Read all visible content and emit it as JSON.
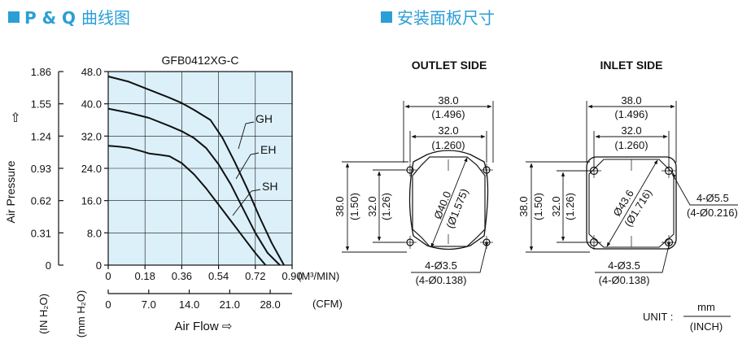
{
  "titles": {
    "pq_prefix": "P & Q ",
    "pq_suffix": "曲线图",
    "mounting": "安装面板尺寸"
  },
  "chart_data": {
    "type": "line",
    "title": "GFB0412XG-C",
    "xlim": [
      0,
      0.9
    ],
    "ylim": [
      0,
      48
    ],
    "x_ticks_m3": [
      "0",
      "0.18",
      "0.36",
      "0.54",
      "0.72",
      "0.90"
    ],
    "x_unit_m3": "(M³/MIN)",
    "x_ticks_cfm": [
      "0",
      "7.0",
      "14.0",
      "21.0",
      "28.0"
    ],
    "x_unit_cfm": "(CFM)",
    "y_ticks_inh2o": [
      "1.86",
      "1.55",
      "1.24",
      "0.93",
      "0.62",
      "0.31",
      "0"
    ],
    "y_ticks_mmh2o": [
      "48.0",
      "40.0",
      "32.0",
      "24.0",
      "16.0",
      "8.0",
      "0"
    ],
    "y_unit_inh2o": "(IN H₂O)",
    "y_unit_mmh2o": "(mm H₂O)",
    "xlabel": "Air Flow ⇨",
    "ylabel": "Air Pressure",
    "ylabel_arrow": "⇧",
    "grid": true,
    "series": [
      {
        "name": "GH",
        "x": [
          0,
          0.1,
          0.2,
          0.3,
          0.36,
          0.42,
          0.5,
          0.56,
          0.62,
          0.68,
          0.74,
          0.8,
          0.86
        ],
        "y": [
          46.8,
          45.5,
          43.5,
          41.5,
          40.2,
          38.5,
          36,
          31.5,
          25.5,
          19,
          12,
          5.5,
          0
        ]
      },
      {
        "name": "EH",
        "x": [
          0,
          0.1,
          0.2,
          0.3,
          0.36,
          0.42,
          0.48,
          0.54,
          0.6,
          0.66,
          0.72,
          0.78,
          0.84
        ],
        "y": [
          38.8,
          37.8,
          36.5,
          34.5,
          33.2,
          31.5,
          29,
          25,
          20,
          14,
          8,
          3,
          0
        ]
      },
      {
        "name": "SH",
        "x": [
          0,
          0.05,
          0.1,
          0.16,
          0.2,
          0.26,
          0.3,
          0.36,
          0.42,
          0.48,
          0.54,
          0.6,
          0.66,
          0.72,
          0.77
        ],
        "y": [
          29.6,
          29.4,
          29.1,
          28.3,
          27.7,
          27.3,
          27,
          25.3,
          22.5,
          19,
          15,
          11,
          7,
          3,
          0
        ]
      }
    ]
  },
  "outlet": {
    "heading": "OUTLET SIDE",
    "w_mm": "38.0",
    "w_in": "(1.496)",
    "h_mm": "32.0",
    "h_in": "(1.260)",
    "v38_mm": "38.0",
    "v38_in": "(1.50)",
    "v32_mm": "32.0",
    "v32_in": "(1.26)",
    "dia_mm": "Ø40.0",
    "dia_in": "(Ø1.575)",
    "hole_mm": "4-Ø3.5",
    "hole_in": "(4-Ø0.138)"
  },
  "inlet": {
    "heading": "INLET SIDE",
    "w_mm": "38.0",
    "w_in": "(1.496)",
    "h_mm": "32.0",
    "h_in": "(1.260)",
    "v38_mm": "38.0",
    "v38_in": "(1.50)",
    "v32_mm": "32.0",
    "v32_in": "(1.26)",
    "dia_mm": "Ø43.6",
    "dia_in": "(Ø1.716)",
    "hole_mm": "4-Ø3.5",
    "hole_in": "(4-Ø0.138)",
    "hole2_mm": "4-Ø5.5",
    "hole2_in": "(4-Ø0.216)"
  },
  "unit": {
    "label": "UNIT :",
    "top": "mm",
    "bottom": "(INCH)"
  }
}
